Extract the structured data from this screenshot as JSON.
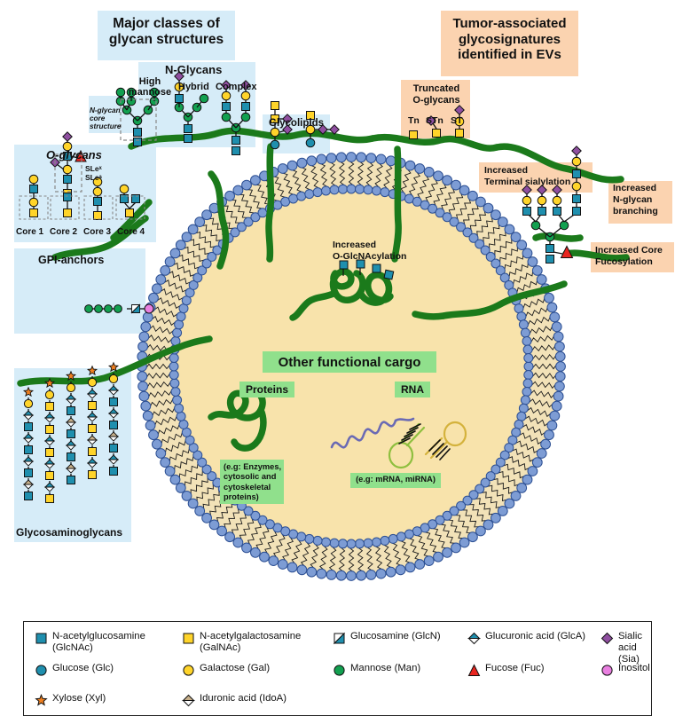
{
  "headers": {
    "major_classes": "Major classes of\nglycan structures",
    "tumor_signatures": "Tumor-associated\nglycosignatures\nidentified in EVs"
  },
  "panels": {
    "n_glycans_title": "N-Glycans",
    "n_glycans_subtypes": [
      "High\nmannose",
      "Hybrid",
      "Complex"
    ],
    "n_glycan_core_label": "N-glycan\ncore\nstructure",
    "o_glycans_title": "O-glycans",
    "o_glycans_sle": "SLeˣ\nSLeᵃ",
    "o_glycans_cores": [
      "Core 1",
      "Core 2",
      "Core 3",
      "Core 4"
    ],
    "glycolipids_title": "Glycolipids",
    "gpi_anchors_title": "GPI-anchors",
    "gags_title": "Glycosaminoglycans"
  },
  "tumor_boxes": {
    "truncated_o_glycans": "Truncated\nO-glycans",
    "truncated_types": [
      "Tn",
      "STn",
      "ST"
    ],
    "terminal_sialylation": "Increased\nTerminal sialylation",
    "n_glycan_branching": "Increased\nN-glycan\nbranching",
    "core_fucosylation": "Increased Core\nFucosylation",
    "o_glcnacylation": "Increased\nO-GlcNAcylation"
  },
  "cargo": {
    "title": "Other functional cargo",
    "proteins_label": "Proteins",
    "proteins_examples": "(e.g: Enzymes,\ncytosolic and\ncytoskeletal\nproteins)",
    "rna_label": "RNA",
    "rna_examples": "(e.g: mRNA, miRNA)"
  },
  "legend": {
    "items": [
      {
        "icon": "square-glcnac",
        "shape": "square",
        "color": "#1f8fae",
        "label": "N-acetylglucosamine\n(GlcNAc)"
      },
      {
        "icon": "square-galnac",
        "shape": "square",
        "color": "#ffd42a",
        "label": "N-acetylgalactosamine\n(GalNAc)"
      },
      {
        "icon": "square-glcn",
        "shape": "half-square",
        "color": "#1f8fae",
        "label": "Glucosamine (GlcN)"
      },
      {
        "icon": "diamond-glca",
        "shape": "half-diamond",
        "color": "#1f8fae",
        "label": "Glucuronic acid (GlcA)"
      },
      {
        "icon": "diamond-sia",
        "shape": "diamond",
        "color": "#8f4fa0",
        "label": "Sialic acid (Sia)"
      },
      {
        "icon": "circle-glc",
        "shape": "circle",
        "color": "#1f8fae",
        "label": "Glucose (Glc)"
      },
      {
        "icon": "circle-gal",
        "shape": "circle",
        "color": "#ffd42a",
        "label": "Galactose (Gal)"
      },
      {
        "icon": "circle-man",
        "shape": "circle",
        "color": "#12a050",
        "label": "Mannose (Man)"
      },
      {
        "icon": "triangle-fuc",
        "shape": "triangle",
        "color": "#e8251f",
        "label": "Fucose (Fuc)"
      },
      {
        "icon": "circle-inositol",
        "shape": "circle",
        "color": "#e97fe0",
        "label": "Inositol"
      },
      {
        "icon": "star-xyl",
        "shape": "star",
        "color": "#f08020",
        "label": "Xylose (Xyl)"
      },
      {
        "icon": "diamond-idoa",
        "shape": "half-diamond",
        "color": "#c8b08a",
        "label": "Iduronic acid (IdoA)"
      }
    ]
  },
  "colors": {
    "glcnac": "#1f8fae",
    "galnac": "#ffd42a",
    "mannose": "#12a050",
    "galactose": "#ffd42a",
    "sialic": "#8f4fa0",
    "fucose": "#e8251f",
    "inositol": "#e97fe0",
    "xylose": "#f08020",
    "glcA": "#1f8fae",
    "idoA": "#c8b08a",
    "protein_backbone": "#1b7a1b",
    "membrane_head": "#7d9cd4",
    "membrane_tail": "#f2e2b8",
    "vesicle_lumen": "#f8e3ab",
    "panel_blue": "#d6ecf8",
    "panel_orange": "#fbd3b0",
    "panel_orange_strong": "#f5ad62",
    "panel_green": "#90e08c"
  }
}
